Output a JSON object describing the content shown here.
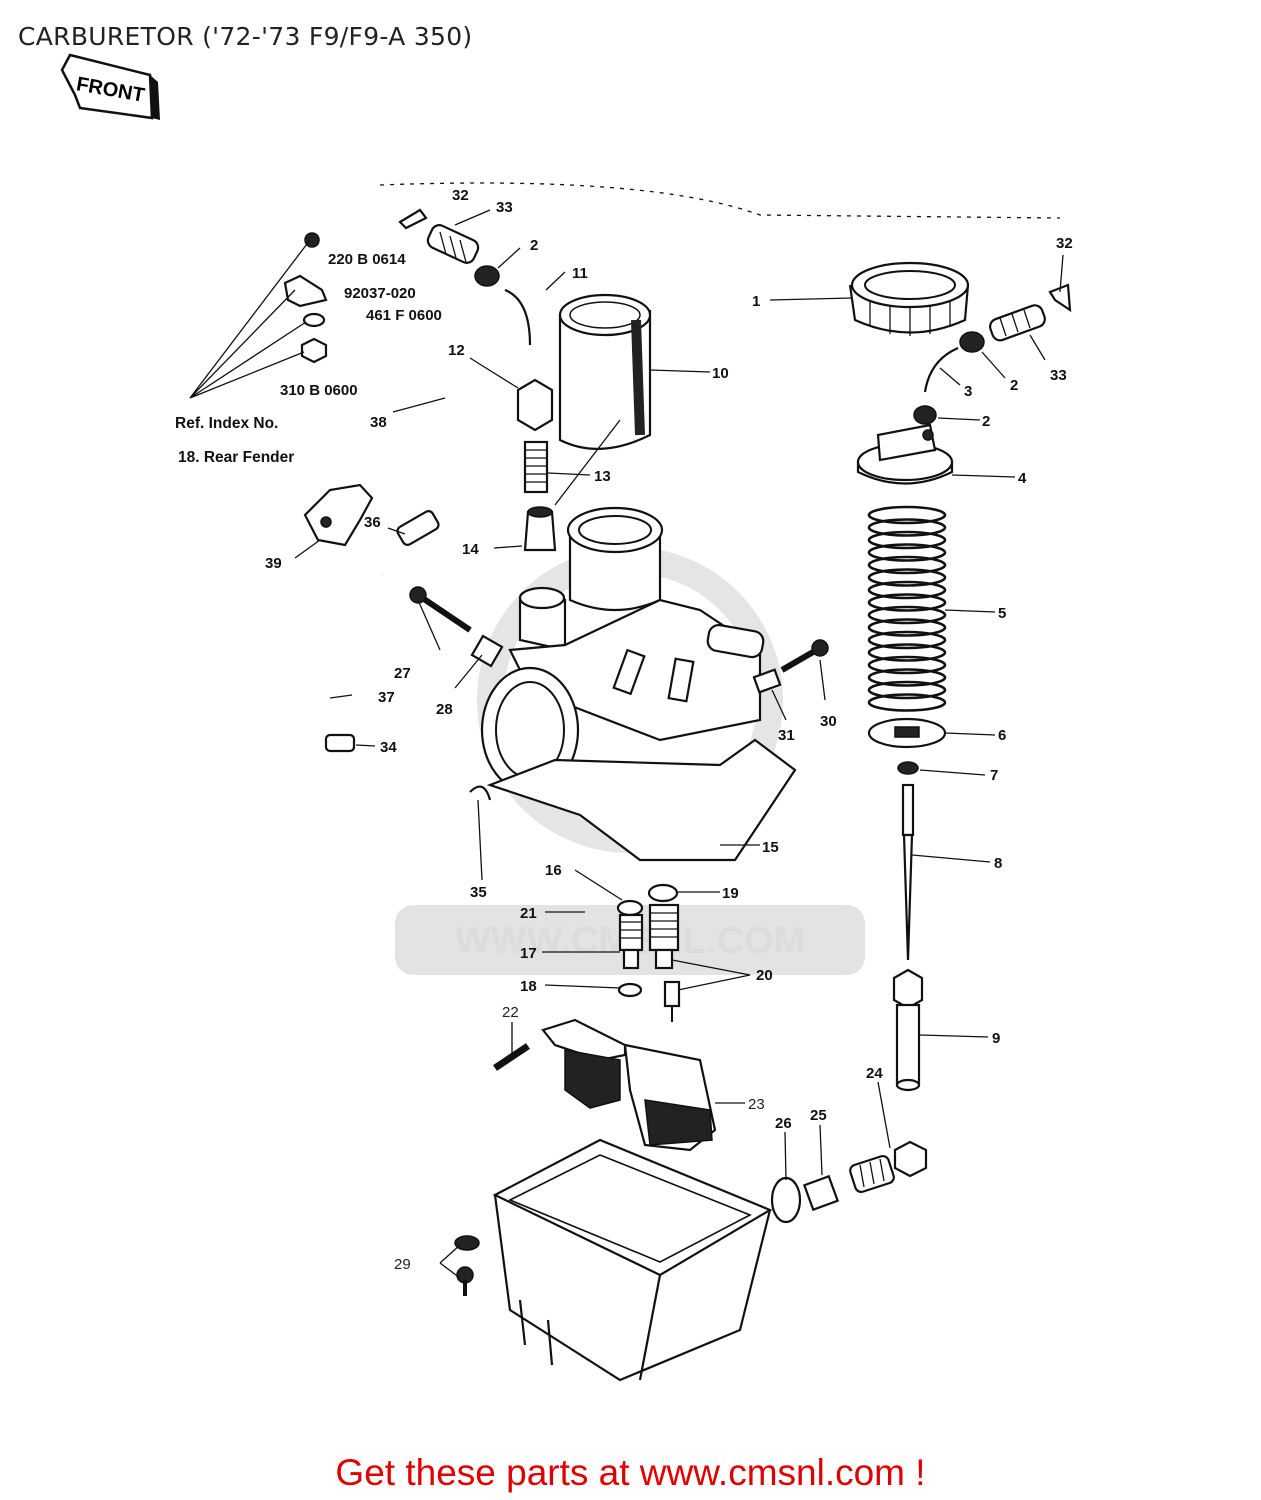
{
  "page": {
    "title": "CARBURETOR ('72-'73 F9/F9-A 350)",
    "cta": "Get these parts at www.cmsnl.com !",
    "front_label": "FRONT",
    "watermark": "WWW.CMSNL.COM"
  },
  "notes": {
    "ref_index": "Ref. Index No.",
    "rear_fender": "18. Rear Fender"
  },
  "codes": {
    "c1": "220 B 0614",
    "c2": "92037-020",
    "c3": "461 F 0600",
    "c4": "310 B 0600"
  },
  "callouts": [
    "1",
    "2",
    "2",
    "2",
    "3",
    "4",
    "5",
    "6",
    "7",
    "8",
    "9",
    "10",
    "11",
    "12",
    "13",
    "14",
    "15",
    "16",
    "17",
    "18",
    "19",
    "20",
    "21",
    "22",
    "23",
    "24",
    "25",
    "26",
    "27",
    "28",
    "29",
    "30",
    "31",
    "32",
    "32",
    "33",
    "33",
    "34",
    "35",
    "36",
    "37",
    "38",
    "39"
  ]
}
